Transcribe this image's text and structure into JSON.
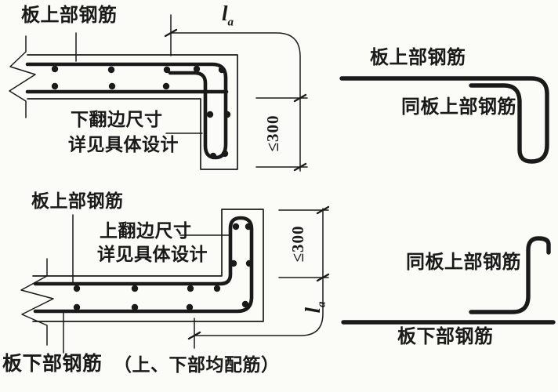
{
  "colors": {
    "ink": "#1a1a1a",
    "paper": "#fbfbf8"
  },
  "detail_top_left": {
    "label_top_rebar": "板上部钢筋",
    "note_line1": "下翻边尺寸",
    "note_line2": "详见具体设计",
    "dim_depth": "≤300",
    "dim_anchorage": {
      "main": "l",
      "sub": "a"
    }
  },
  "detail_bottom_left": {
    "label_top_rebar": "板上部钢筋",
    "note_line1": "上翻边尺寸",
    "note_line2": "详见具体设计",
    "label_bottom_rebar": "板下部钢筋",
    "note_reinforce_both": "（上、下部均配筋）",
    "dim_depth": "≤300",
    "dim_anchorage": {
      "main": "l",
      "sub": "a"
    }
  },
  "shape_top_right": {
    "label_top_rebar": "板上部钢筋",
    "label_same_as_top": "同板上部钢筋"
  },
  "shape_bottom_right": {
    "label_same_as_top": "同板上部钢筋",
    "label_bottom_rebar": "板下部钢筋"
  }
}
